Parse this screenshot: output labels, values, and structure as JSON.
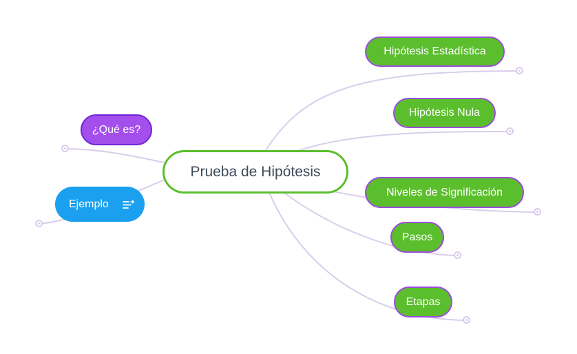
{
  "root": {
    "label": "Prueba de Hipótesis"
  },
  "branches": {
    "que_es": {
      "label": "¿Qué es?"
    },
    "ejemplo": {
      "label": "Ejemplo",
      "icon": "list-icon"
    },
    "hipotesis_estadistica": {
      "label": "Hipótesis Estadística"
    },
    "hipotesis_nula": {
      "label": "Hipótesis Nula"
    },
    "niveles": {
      "label": "Niveles de Significación"
    },
    "pasos": {
      "label": "Pasos"
    },
    "etapas": {
      "label": "Etapas"
    }
  },
  "colors": {
    "green": "#5bbe2d",
    "purple_border": "#9c4ddc",
    "violet": "#a44fec",
    "violet_border": "#6d28d9",
    "blue": "#1ba0ef",
    "line": "#d9cdeb",
    "text_dark": "#3f4a5a",
    "white": "#ffffff"
  }
}
